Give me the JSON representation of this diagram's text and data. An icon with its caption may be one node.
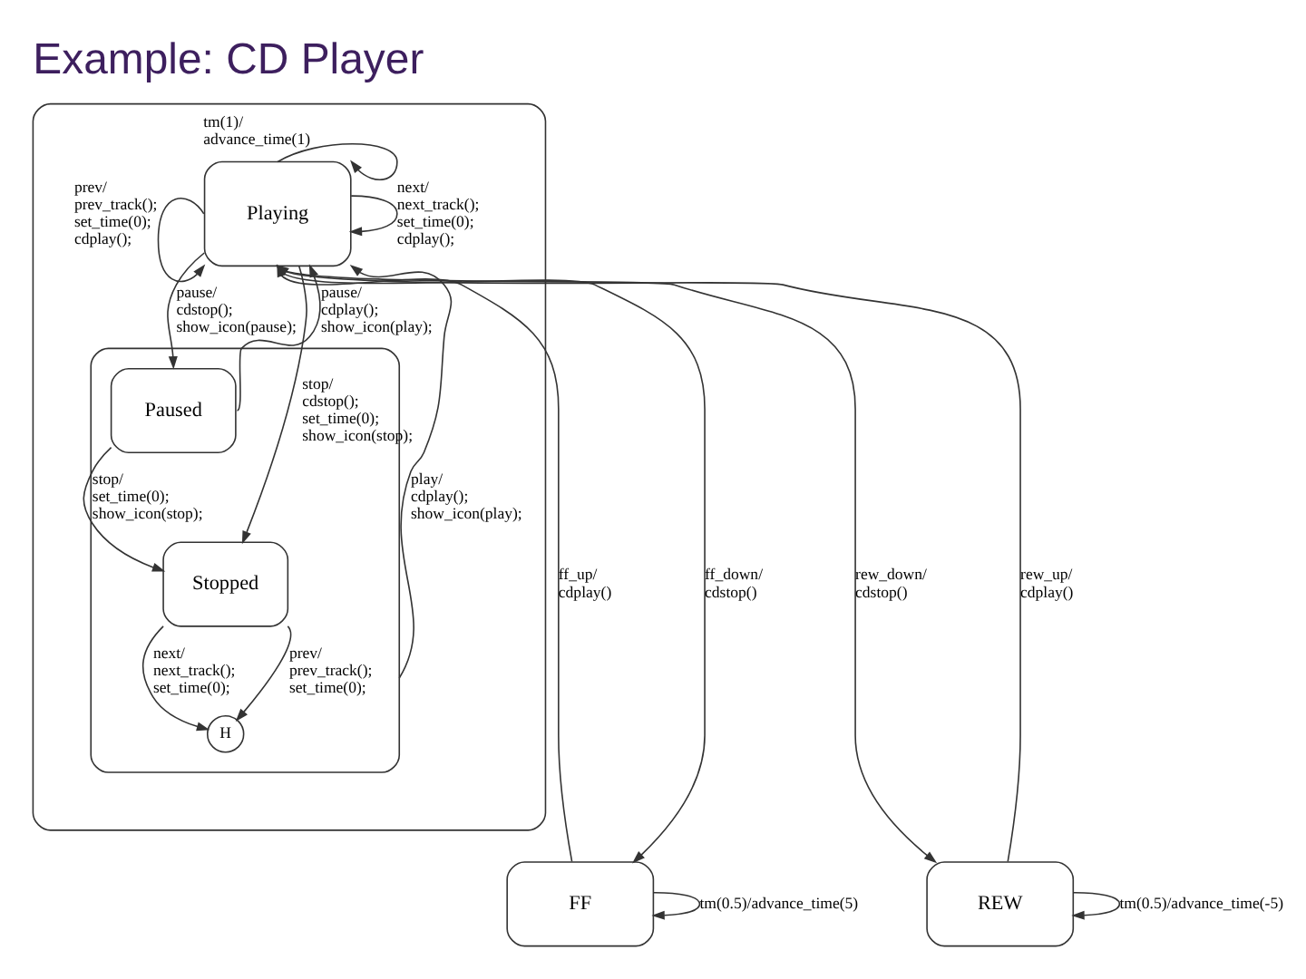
{
  "diagram": {
    "title": "Example: CD Player",
    "nodes": [
      {
        "text": [],
        "shape": "box"
      },
      {
        "text": [
          "Playing"
        ],
        "in": 0
      },
      {
        "text": [],
        "shape": "box",
        "in": 0
      },
      {
        "text": [
          "Paused"
        ],
        "in": 2
      },
      {
        "text": [
          "Stopped"
        ],
        "in": 2
      },
      {
        "text": [
          "H"
        ],
        "in": 2
      },
      {
        "text": [
          "FF"
        ]
      },
      {
        "text": [
          "REW"
        ]
      }
    ],
    "edges": [
      {
        "from": 1,
        "to": 1,
        "arrow": "to",
        "label": "next/ next_track(); set_time(0); cdplay();"
      },
      {
        "from": 1,
        "to": 1,
        "arrow": "to",
        "label": "prev/ prev_track(); set_time(0); cdplay();"
      },
      {
        "from": 1,
        "to": 1,
        "arrow": "to",
        "label": "tm(1)/ advance_time(1)"
      },
      {
        "from": 1,
        "to": 3,
        "arrow": "to",
        "label": "pause/ cdstop(); show_icon(pause);"
      },
      {
        "from": 3,
        "to": 1,
        "arrow": "to",
        "label": "pause/ cdplay(); show_icon(play);"
      },
      {
        "from": 3,
        "to": 4,
        "arrow": "to",
        "label": "stop/ set_time(0); show_icon(stop);"
      },
      {
        "from": 2,
        "to": 1,
        "arrow": "to",
        "label": "play/ cdplay(); show_icon(play);"
      },
      {
        "from": 1,
        "to": 4,
        "arrow": "to",
        "label": "stop/ cdstop(); set_time(0); show_icon(stop);"
      },
      {
        "from": 2,
        "to": 5,
        "arrow": "to",
        "label": "next/ next_track(); set_time(0);"
      },
      {
        "from": 2,
        "to": 5,
        "arrow": "to",
        "label": "prev/ prev_track(); set_time(0);"
      },
      {
        "from": 1,
        "to": 6,
        "arrow": "to",
        "label": "ff_down/ cdstop()"
      },
      {
        "from": 6,
        "to": 1,
        "arrow": "to",
        "label": "ff_up/ cdplay()"
      },
      {
        "from": 1,
        "to": 7,
        "arrow": "to",
        "label": "rew_down/ cdstop()"
      },
      {
        "from": 7,
        "to": 1,
        "arrow": "to",
        "label": "rew_up/ cdplay()"
      },
      {
        "from": 6,
        "to": 6,
        "arrow": "to",
        "label": "tm(0.5)/advance_time(5)"
      },
      {
        "from": 7,
        "to": 7,
        "arrow": "to",
        "label": "tm(0.5)/advance_time(-5)"
      }
    ]
  }
}
